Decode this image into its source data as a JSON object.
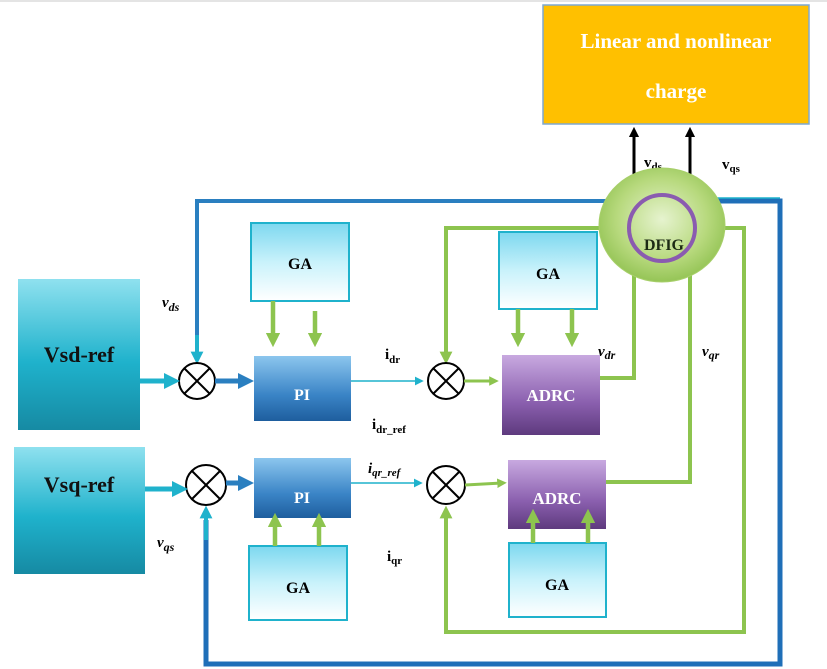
{
  "blocks": {
    "load": "Linear and nonlinear charge",
    "load_line1": "Linear and nonlinear",
    "load_line2": "charge",
    "vsd_ref": "Vsd-ref",
    "vsq_ref": "Vsq-ref",
    "pi_d": "PI",
    "pi_q": "PI",
    "adrc_d": "ADRC",
    "adrc_q": "ADRC",
    "ga_pi_d": "GA",
    "ga_pi_q": "GA",
    "ga_adrc_d": "GA",
    "ga_adrc_q": "GA",
    "dfig": "DFIG"
  },
  "signals": {
    "vds_out_base": "v",
    "vds_out_sub": "ds",
    "vqs_out_base": "v",
    "vqs_out_sub": "qs",
    "vds_fb_base": "v",
    "vds_fb_sub": "ds",
    "vqs_fb_base": "v",
    "vqs_fb_sub": "qs",
    "idr_base": "i",
    "idr_sub": "dr",
    "idr_ref_base": "i",
    "idr_ref_sub": "dr_ref",
    "iqr_ref_base": "i",
    "iqr_ref_sub": "qr_ref",
    "iqr_base": "i",
    "iqr_sub": "qr",
    "vdr_base": "v",
    "vdr_sub": "dr",
    "vqr_base": "v",
    "vqr_sub": "qr"
  },
  "colors": {
    "load_fill": "#ffc000",
    "ref_block": "#1ba9c2",
    "pi_block": "#2e75b6",
    "adrc_block": "#7a4f9a",
    "ga_block": "#a5e4f5",
    "dfig_fill": "#9bc957",
    "dfig_ring": "#8a5bb0",
    "green_arrow": "#8dc44f",
    "blue_arrow": "#2496c8",
    "blue_loop": "#1f7fc3"
  }
}
